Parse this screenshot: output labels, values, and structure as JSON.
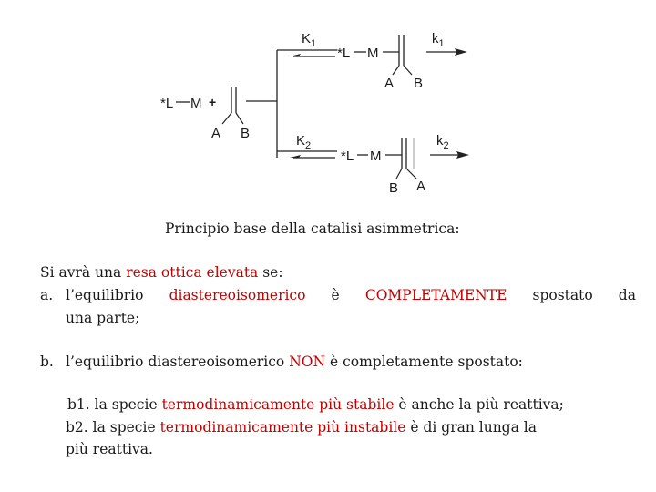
{
  "scheme": {
    "start_ligand": "*L",
    "start_metal": "M",
    "plus": "+",
    "alkene_a": "A",
    "alkene_b": "B",
    "top_equilibrium": "K",
    "top_equilibrium_sub": "1",
    "top_rate": "k",
    "top_rate_sub": "1",
    "top_ligand": "*L",
    "top_metal": "M",
    "top_sub_a": "A",
    "top_sub_b": "B",
    "bottom_equilibrium": "K",
    "bottom_equilibrium_sub": "2",
    "bottom_rate": "k",
    "bottom_rate_sub": "2",
    "bottom_ligand": "*L",
    "bottom_metal": "M",
    "bottom_sub_b": "B",
    "bottom_sub_a": "A"
  },
  "caption": "Principio base della catalisi asimmetrica:",
  "intro": {
    "before": "Si avrà una ",
    "highlight": "resa ottica elevata",
    "after": " se:"
  },
  "item_a": {
    "marker": "a.",
    "w1": "l’equilibrio",
    "w2": "diastereoisomerico",
    "w3": "è",
    "w4": "COMPLETAMENTE",
    "w5": "spostato",
    "w6": "da",
    "continuation": "una parte;"
  },
  "item_b": {
    "marker": "b.",
    "before": "l’equilibrio diastereoisomerico ",
    "highlight": "NON",
    "after": " è completamente spostato:"
  },
  "item_b1": {
    "before": "b1. la specie ",
    "highlight": "termodinamicamente più stabile",
    "after": " è anche la più reattiva;"
  },
  "item_b2": {
    "before": "b2. la specie ",
    "highlight": "termodinamicamente più instabile",
    "after": " è di gran lunga la",
    "continuation": "più reattiva."
  }
}
